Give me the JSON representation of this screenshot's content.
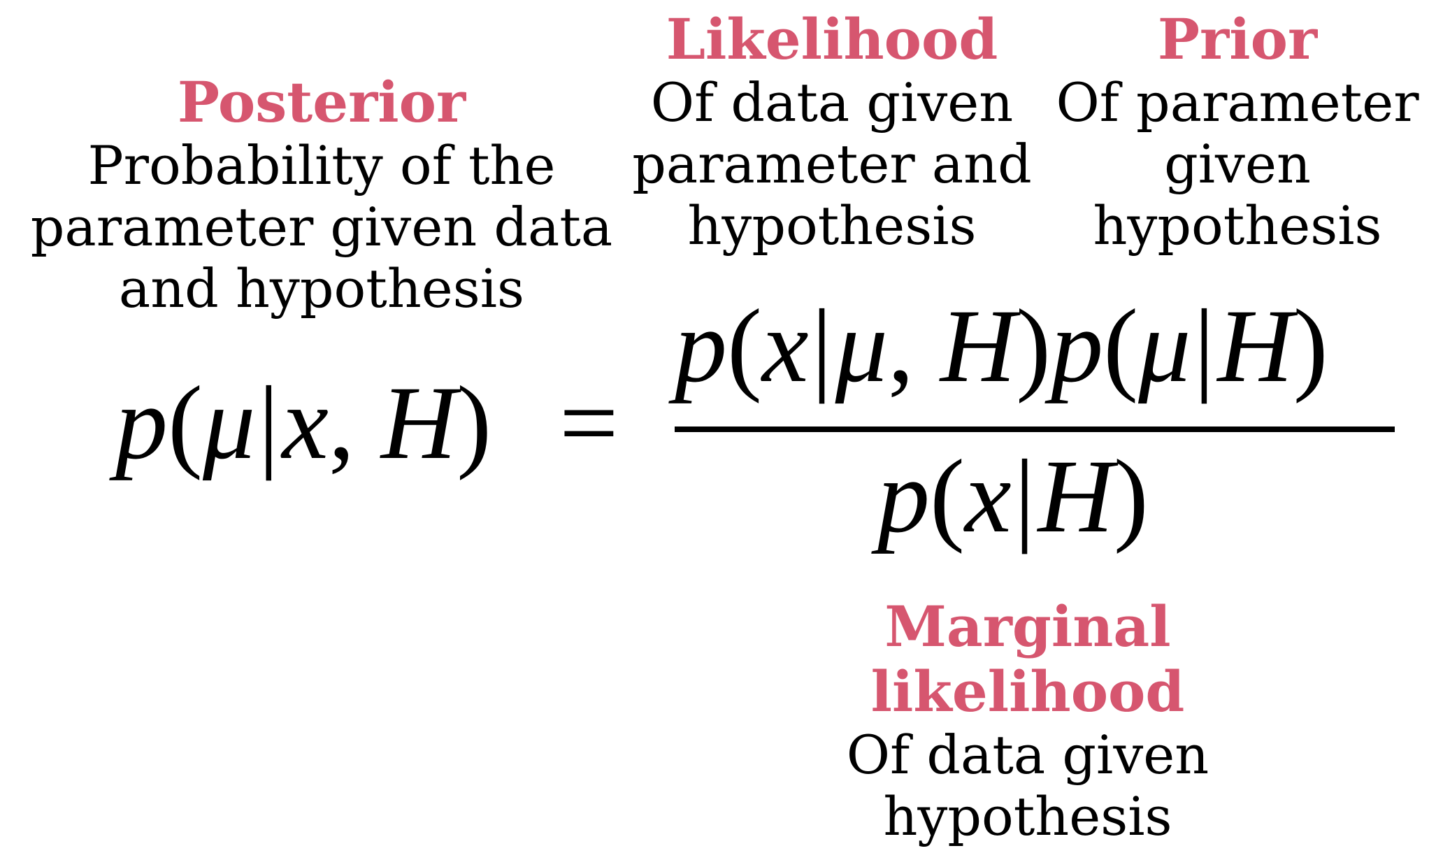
{
  "accent_color": "#d6566f",
  "text_color": "#000000",
  "posterior": {
    "title": "Posterior",
    "desc_lines": [
      "Probability of the",
      "parameter given data",
      "and hypothesis"
    ]
  },
  "likelihood": {
    "title": "Likelihood",
    "desc_lines": [
      "Of data given",
      "parameter and",
      "hypothesis"
    ]
  },
  "prior": {
    "title": "Prior",
    "desc_lines": [
      "Of parameter",
      "given",
      "hypothesis"
    ]
  },
  "marginal": {
    "title_lines": [
      "Marginal",
      "likelihood"
    ],
    "desc_lines": [
      "Of data given",
      "hypothesis"
    ]
  },
  "equation": {
    "lhs": {
      "p": "p",
      "open": "(",
      "mu": "μ",
      "bar": "|",
      "x": "x",
      "comma": ",",
      "H": "H",
      "close": ")"
    },
    "equals": "=",
    "numerator": {
      "p1": "p",
      "open1": "(",
      "x": "x",
      "bar1": "|",
      "mu1": "μ",
      "comma": ",",
      "H1": "H",
      "close1": ")",
      "p2": "p",
      "open2": "(",
      "mu2": "μ",
      "bar2": "|",
      "H2": "H",
      "close2": ")"
    },
    "denominator": {
      "p": "p",
      "open": "(",
      "x": "x",
      "bar": "|",
      "H": "H",
      "close": ")"
    }
  }
}
